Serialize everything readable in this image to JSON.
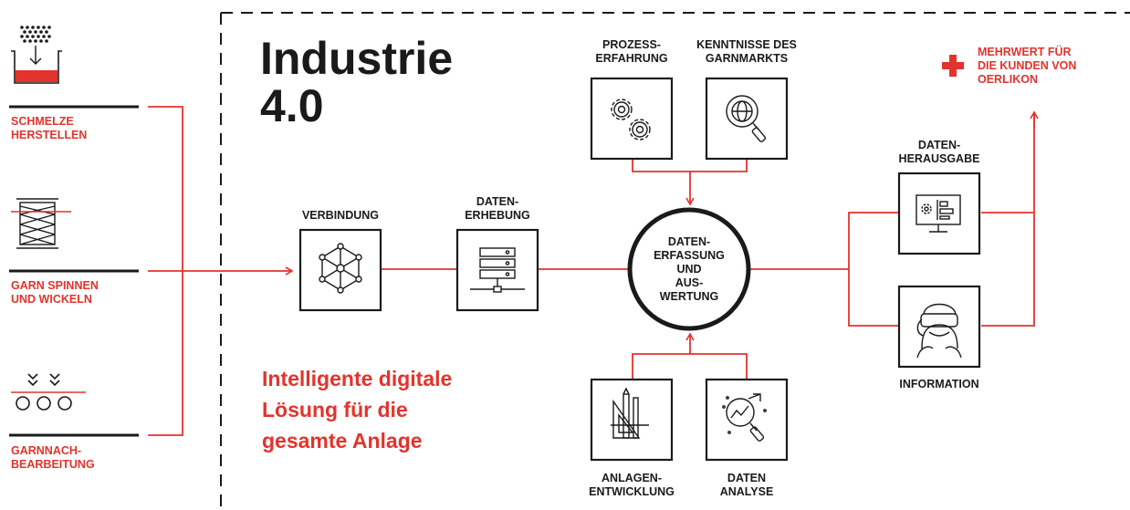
{
  "title": "Industrie\n4.0",
  "subtitle": "Intelligente digitale\nLösung für die\ngesamte Anlage",
  "left_steps": [
    {
      "label": "SCHMELZE\nHERSTELLEN",
      "icon": "melt-icon"
    },
    {
      "label": "GARN SPINNEN\nUND WICKELN",
      "icon": "spool-icon"
    },
    {
      "label": "GARNNACH-\nBEARBEITUNG",
      "icon": "rollers-icon"
    }
  ],
  "nodes": {
    "verbindung": "VERBINDUNG",
    "datenerhebung": "DATEN-\nERHEBUNG",
    "prozess": "PROZESS-\nERFAHRUNG",
    "garnmarkt": "KENNTNISSE DES\nGARNMARKTS",
    "anlagen": "ANLAGEN-\nENTWICKLUNG",
    "analyse": "DATEN\nANALYSE",
    "herausgabe": "DATEN-\nHERAUSGABE",
    "information": "INFORMATION"
  },
  "center": "DATEN-\nERFASSUNG\nUND\nAUS-\nWERTUNG",
  "result": "MEHRWERT FÜR\nDIE KUNDEN VON\nOERLIKON",
  "colors": {
    "accent": "#e3332d",
    "dark": "#1a1a1a"
  }
}
